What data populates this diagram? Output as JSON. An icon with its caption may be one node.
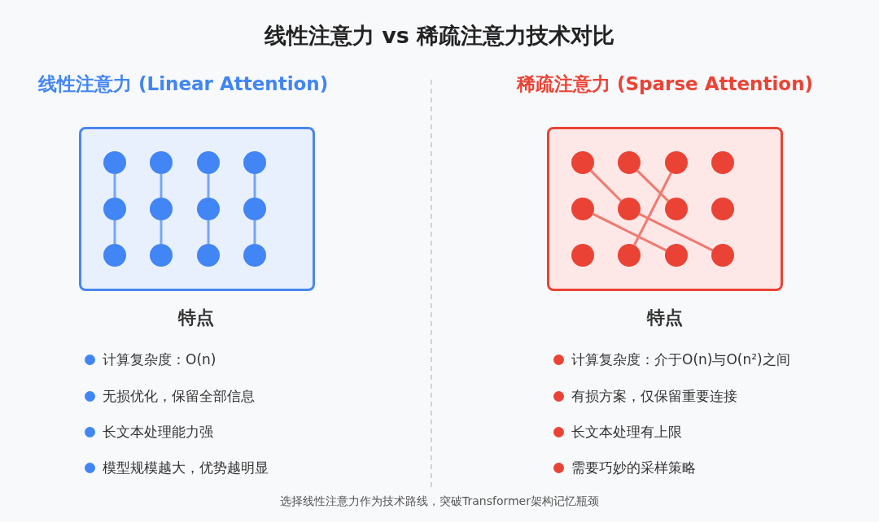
{
  "diagram": {
    "title": "线性注意力 vs 稀疏注意力技术对比",
    "caption": "选择线性注意力作为技术路线，突破Transformer架构记忆瓶颈",
    "nodes": [
      {
        "text": [],
        "shape": "box"
      },
      {
        "text": [],
        "shape": "circle",
        "in": 0
      },
      {
        "text": [],
        "shape": "circle",
        "in": 0
      },
      {
        "text": [],
        "shape": "circle",
        "in": 0
      },
      {
        "text": [],
        "shape": "circle",
        "in": 0
      },
      {
        "text": [],
        "shape": "circle",
        "in": 0
      },
      {
        "text": [],
        "shape": "circle",
        "in": 0
      },
      {
        "text": [],
        "shape": "circle",
        "in": 0
      },
      {
        "text": [],
        "shape": "circle",
        "in": 0
      },
      {
        "text": [],
        "shape": "circle",
        "in": 0
      },
      {
        "text": [],
        "shape": "circle",
        "in": 0
      },
      {
        "text": [],
        "shape": "circle",
        "in": 0
      },
      {
        "text": [],
        "shape": "circle",
        "in": 0
      },
      {
        "text": [],
        "shape": "box"
      },
      {
        "text": [],
        "shape": "circle",
        "in": 13
      },
      {
        "text": [],
        "shape": "circle",
        "in": 13
      },
      {
        "text": [],
        "shape": "circle",
        "in": 13
      },
      {
        "text": [],
        "shape": "circle",
        "in": 13
      },
      {
        "text": [],
        "shape": "circle",
        "in": 13
      },
      {
        "text": [],
        "shape": "circle",
        "in": 13
      },
      {
        "text": [],
        "shape": "circle",
        "in": 13
      },
      {
        "text": [],
        "shape": "circle",
        "in": 13
      },
      {
        "text": [],
        "shape": "circle",
        "in": 13
      },
      {
        "text": [],
        "shape": "circle",
        "in": 13
      },
      {
        "text": [],
        "shape": "circle",
        "in": 13
      },
      {
        "text": [],
        "shape": "circle",
        "in": 13
      }
    ],
    "edges": [
      {
        "from": 1,
        "to": 5,
        "arrow": "none",
        "color": "#76a5f7"
      },
      {
        "from": 5,
        "to": 9,
        "arrow": "none",
        "color": "#76a5f7"
      },
      {
        "from": 2,
        "to": 6,
        "arrow": "none",
        "color": "#76a5f7"
      },
      {
        "from": 6,
        "to": 10,
        "arrow": "none",
        "color": "#76a5f7"
      },
      {
        "from": 3,
        "to": 7,
        "arrow": "none",
        "color": "#76a5f7"
      },
      {
        "from": 7,
        "to": 11,
        "arrow": "none",
        "color": "#76a5f7"
      },
      {
        "from": 4,
        "to": 8,
        "arrow": "none",
        "color": "#76a5f7"
      },
      {
        "from": 8,
        "to": 12,
        "arrow": "none",
        "color": "#76a5f7"
      },
      {
        "from": 14,
        "to": 19,
        "arrow": "none",
        "color": "#f07a70"
      },
      {
        "from": 15,
        "to": 20,
        "arrow": "none",
        "color": "#f07a70"
      },
      {
        "from": 16,
        "to": 23,
        "arrow": "none",
        "color": "#f07a70"
      },
      {
        "from": 18,
        "to": 24,
        "arrow": "none",
        "color": "#f07a70"
      },
      {
        "from": 19,
        "to": 25,
        "arrow": "none",
        "color": "#f07a70"
      }
    ],
    "labels": [
      "线性注意力 (Linear Attention)",
      "稀疏注意力 (Sparse Attention)",
      "特点",
      "计算复杂度：O(n)",
      "无损优化，保留全部信息",
      "长文本处理能力强",
      "模型规模越大，优势越明显",
      "特点",
      "计算复杂度：介于O(n)与O(n²)之间",
      "有损方案，仅保留重要连接",
      "长文本处理有上限",
      "需要巧妙的采样策略"
    ]
  }
}
